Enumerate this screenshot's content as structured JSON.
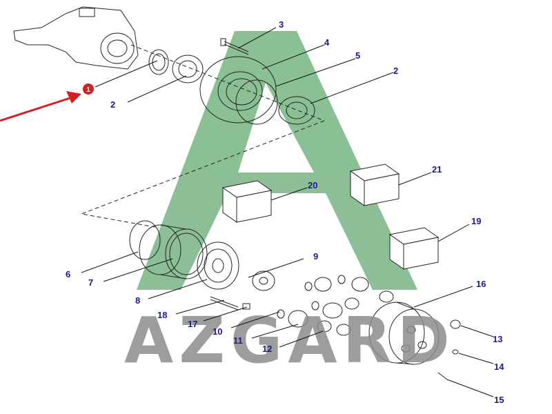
{
  "watermark": {
    "text": "AZGARD",
    "letter": "A",
    "letter_color": "#2e8b3e",
    "text_color": "#8c8c8c"
  },
  "marker": {
    "label": "1",
    "color": "#d81e1e"
  },
  "callouts": {
    "c1": "2",
    "c2": "3",
    "c3": "4",
    "c4": "5",
    "c5": "2",
    "c6": "20",
    "c7": "21",
    "c8": "19",
    "c9": "6",
    "c10": "7",
    "c11": "8",
    "c12": "9",
    "c13": "16",
    "c14": "18",
    "c15": "17",
    "c16": "10",
    "c17": "11",
    "c18": "12",
    "c19": "13",
    "c20": "14",
    "c21": "15"
  },
  "label_color": "#1a1a8c"
}
